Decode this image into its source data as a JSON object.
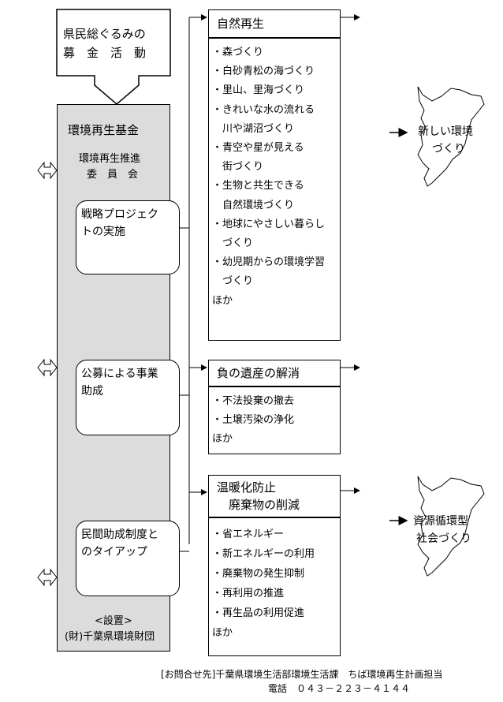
{
  "campaign": {
    "line1": "県民総ぐるみの",
    "line2": "募　金　活　動"
  },
  "fund": {
    "title": "環境再生基金",
    "committee_line1": "環境再生推進",
    "committee_line2": "委　員　会",
    "setup_label": "<設置>",
    "setup_org": "(財)千葉県環境財団"
  },
  "actions": [
    {
      "text": "戦略プロジェク\nトの実施"
    },
    {
      "text": "公募による事業\n助成"
    },
    {
      "text": "民間助成制度と\nのタイアップ"
    }
  ],
  "categories": [
    {
      "title": "自然再生",
      "items": [
        "・森づくり",
        "・白砂青松の海づくり",
        "・里山、里海づくり",
        "・きれいな水の流れる",
        "　川や湖沼づくり",
        "・青空や星が見える",
        "　街づくり",
        "・生物と共生できる",
        "　自然環境づくり",
        "・地球にやさしい暮らし",
        "　づくり",
        "・幼児期からの環境学習",
        "　づくり",
        "ほか"
      ]
    },
    {
      "title": "負の遺産の解消",
      "items": [
        "・不法投棄の撤去",
        "・土壌汚染の浄化",
        "ほか"
      ]
    },
    {
      "title_line1": "温暖化防止",
      "title_line2": "　廃棄物の削減",
      "items": [
        "・省エネルギー",
        "・新エネルギーの利用",
        "・廃棄物の発生抑制",
        "・再利用の推進",
        "・再生品の利用促進",
        "ほか"
      ]
    }
  ],
  "outcomes": [
    {
      "line1": "新しい環境",
      "line2": "づくり"
    },
    {
      "line1": "資源循環型",
      "line2": "社会づくり"
    }
  ],
  "footer": {
    "contact": "[お問合せ先]千葉県環境生活部環境生活課　ちば環境再生計画担当",
    "phone": "電話　０４３－２２３－４１４４"
  }
}
